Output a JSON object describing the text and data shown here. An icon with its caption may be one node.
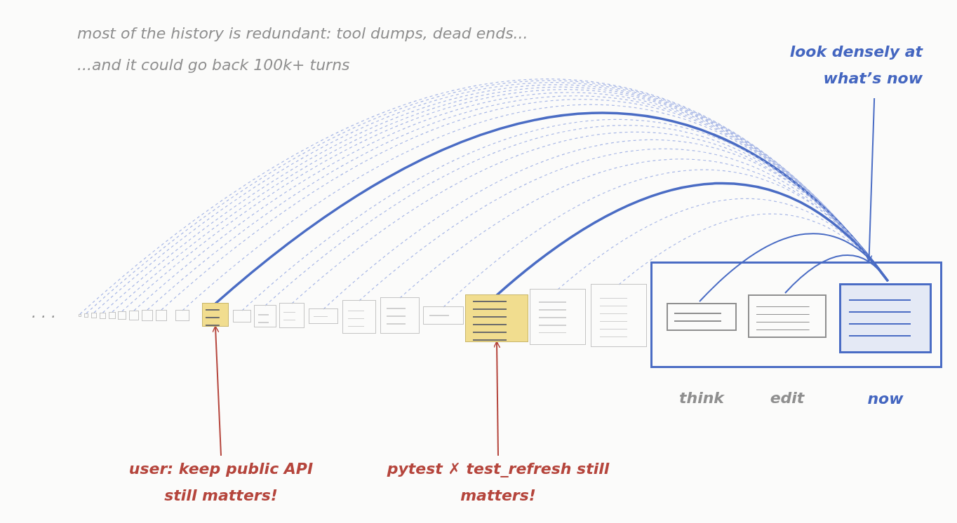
{
  "diagram": {
    "nodes": [
      {
        "text": [],
        "shape": "box"
      },
      {
        "text": [],
        "shape": "box"
      },
      {
        "text": [],
        "shape": "box"
      },
      {
        "text": [],
        "shape": "box"
      },
      {
        "text": [],
        "shape": "box"
      },
      {
        "text": [],
        "shape": "box"
      },
      {
        "text": [],
        "shape": "box"
      },
      {
        "text": [],
        "shape": "box"
      },
      {
        "text": [],
        "shape": "box"
      },
      {
        "text": [],
        "shape": "box"
      },
      {
        "text": [],
        "shape": "box"
      },
      {
        "text": [],
        "shape": "box"
      },
      {
        "text": [],
        "shape": "box"
      },
      {
        "text": [],
        "shape": "box"
      },
      {
        "text": [],
        "shape": "box"
      },
      {
        "text": [],
        "shape": "box"
      },
      {
        "text": [],
        "shape": "box"
      },
      {
        "text": [],
        "shape": "box"
      },
      {
        "text": [],
        "shape": "box"
      },
      {
        "text": [],
        "shape": "box"
      },
      {
        "text": [],
        "shape": "box"
      },
      {
        "text": [],
        "shape": "box"
      },
      {
        "text": [],
        "shape": "box",
        "in": 21,
        "beside": [
          "think"
        ]
      },
      {
        "text": [],
        "shape": "box",
        "in": 21,
        "beside": [
          "edit"
        ]
      },
      {
        "text": [],
        "shape": "box",
        "in": 21,
        "beside": [
          "now"
        ]
      },
      {
        "text": [
          "look densely at what’s now"
        ]
      },
      {
        "text": [
          "user: keep public API still matters!"
        ]
      },
      {
        "text": [
          "pytest ✗ test_refresh still matters!"
        ]
      }
    ],
    "edges": [
      {
        "from": 0,
        "to": 24,
        "arrow": "none",
        "style": "dashed"
      },
      {
        "from": 1,
        "to": 24,
        "arrow": "none",
        "style": "dashed"
      },
      {
        "from": 2,
        "to": 24,
        "arrow": "none",
        "style": "dashed"
      },
      {
        "from": 3,
        "to": 24,
        "arrow": "none",
        "style": "dashed"
      },
      {
        "from": 4,
        "to": 24,
        "arrow": "none",
        "style": "dashed"
      },
      {
        "from": 5,
        "to": 24,
        "arrow": "none",
        "style": "dashed"
      },
      {
        "from": 6,
        "to": 24,
        "arrow": "none",
        "style": "dashed"
      },
      {
        "from": 7,
        "to": 24,
        "arrow": "none",
        "style": "dashed"
      },
      {
        "from": 8,
        "to": 24,
        "arrow": "none",
        "style": "dashed"
      },
      {
        "from": 9,
        "to": 24,
        "arrow": "none",
        "style": "dashed"
      },
      {
        "from": 10,
        "to": 24,
        "arrow": "none",
        "style": "thick",
        "color": "#4a6cc4"
      },
      {
        "from": 11,
        "to": 24,
        "arrow": "none",
        "style": "dashed"
      },
      {
        "from": 12,
        "to": 24,
        "arrow": "none",
        "style": "dashed"
      },
      {
        "from": 13,
        "to": 24,
        "arrow": "none",
        "style": "dashed"
      },
      {
        "from": 14,
        "to": 24,
        "arrow": "none",
        "style": "dashed"
      },
      {
        "from": 15,
        "to": 24,
        "arrow": "none",
        "style": "dashed"
      },
      {
        "from": 16,
        "to": 24,
        "arrow": "none",
        "style": "dashed"
      },
      {
        "from": 17,
        "to": 24,
        "arrow": "none",
        "style": "dashed"
      },
      {
        "from": 18,
        "to": 24,
        "arrow": "none",
        "style": "thick",
        "color": "#4a6cc4"
      },
      {
        "from": 19,
        "to": 24,
        "arrow": "none",
        "style": "dashed"
      },
      {
        "from": 20,
        "to": 24,
        "arrow": "none",
        "style": "dashed"
      },
      {
        "from": 22,
        "to": 24,
        "arrow": "none",
        "color": "#4a6cc4"
      },
      {
        "from": 23,
        "to": 24,
        "arrow": "none",
        "color": "#4a6cc4"
      },
      {
        "from": 25,
        "to": 21,
        "arrow": "to",
        "color": "#4a6cc4"
      },
      {
        "from": 26,
        "to": 10,
        "arrow": "to",
        "color": "#b5453c"
      },
      {
        "from": 27,
        "to": 18,
        "arrow": "to",
        "color": "#b5453c"
      }
    ],
    "labels": [
      "most of the history is redundant: tool dumps, dead ends...",
      "...and it could go back 100k+ turns",
      ". . ."
    ]
  }
}
